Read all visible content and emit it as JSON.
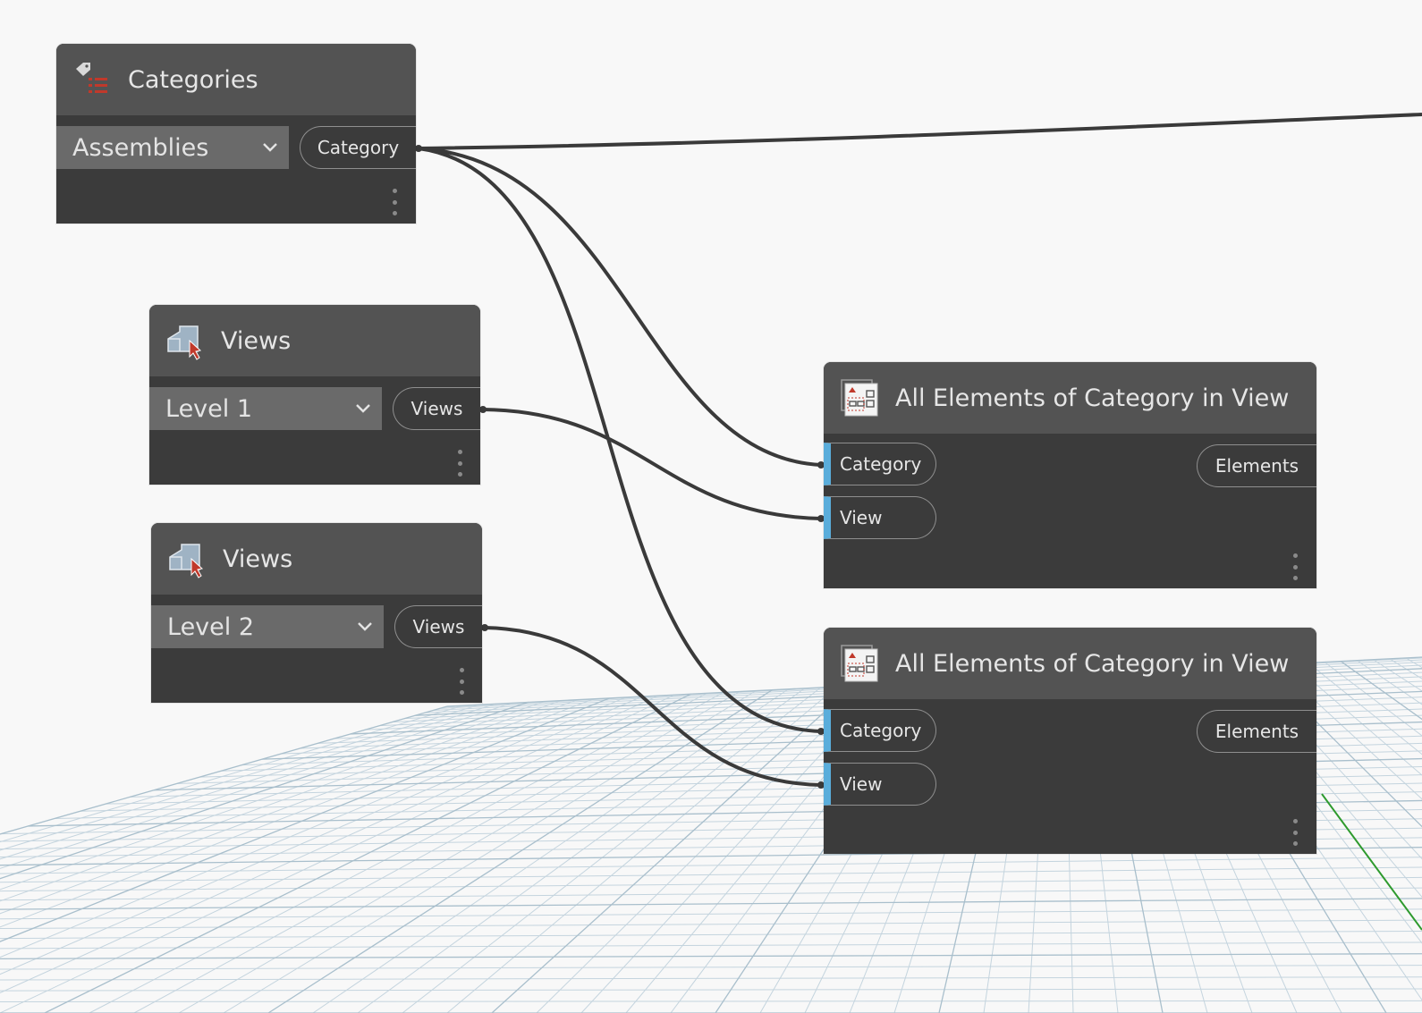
{
  "categories_node": {
    "title": "Categories",
    "icon": "category-tag-icon",
    "selected": "Assemblies",
    "output_port": "Category"
  },
  "views_node_1": {
    "title": "Views",
    "icon": "view-select-icon",
    "selected": "Level 1",
    "output_port": "Views"
  },
  "views_node_2": {
    "title": "Views",
    "icon": "view-select-icon",
    "selected": "Level 2",
    "output_port": "Views"
  },
  "elements_node_1": {
    "title": "All Elements of Category in View",
    "icon": "elements-in-view-icon",
    "inputs": [
      "Category",
      "View"
    ],
    "output_port": "Elements"
  },
  "elements_node_2": {
    "title": "All Elements of Category in View",
    "icon": "elements-in-view-icon",
    "inputs": [
      "Category",
      "View"
    ],
    "output_port": "Elements"
  },
  "colors": {
    "canvas": "#f8f8f8",
    "node_body": "#3b3b3b",
    "node_header": "#535353",
    "dropdown": "#6a6a6a",
    "input_port_accent": "#5aaddb",
    "wire": "#3a3a3a",
    "grid": "#b8ccd8",
    "axis_green": "#2e9a2e"
  }
}
